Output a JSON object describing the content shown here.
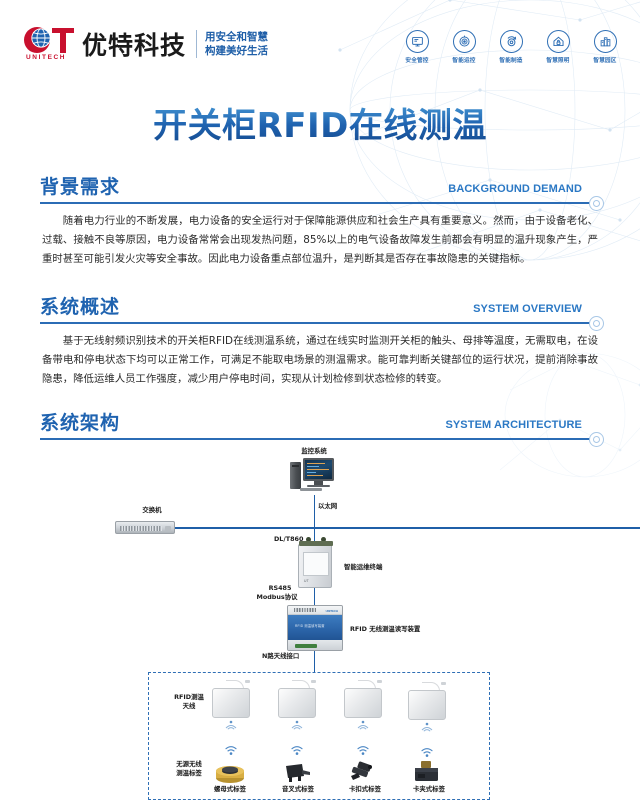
{
  "header": {
    "logo": {
      "mark_text": "UT",
      "brand_en": "UNITECH",
      "brand_cn": "优特科技",
      "slogan_line1": "用安全和智慧",
      "slogan_line2": "构建美好生活"
    },
    "nav": [
      {
        "label": "安全管控",
        "icon": "monitor-screen-icon"
      },
      {
        "label": "智能运控",
        "icon": "target-gauge-icon"
      },
      {
        "label": "智能制造",
        "icon": "gear-rotate-icon"
      },
      {
        "label": "智慧照明",
        "icon": "home-lock-icon"
      },
      {
        "label": "智慧园区",
        "icon": "city-buildings-icon"
      }
    ]
  },
  "main_title": "开关柜RFID在线测温",
  "sections": [
    {
      "cn": "背景需求",
      "en": "BACKGROUND DEMAND",
      "body": "随着电力行业的不断发展，电力设备的安全运行对于保障能源供应和社会生产具有重要意义。然而，由于设备老化、过载、接触不良等原因，电力设备常常会出现发热问题，85%以上的电气设备故障发生前都会有明显的温升现象产生，严重时甚至可能引发火灾等安全事故。因此电力设备重点部位温升，是判断其是否存在事故隐患的关键指标。"
    },
    {
      "cn": "系统概述",
      "en": "SYSTEM OVERVIEW",
      "body": "基于无线射频识别技术的开关柜RFID在线测温系统，通过在线实时监测开关柜的触头、母排等温度，无需取电，在设备带电和停电状态下均可以正常工作，可满足不能取电场景的测温需求。能可靠判断关键部位的运行状况，提前消除事故隐患，降低运维人员工作强度，减少用户停电时间，实现从计划检修到状态检修的转变。"
    },
    {
      "cn": "系统架构",
      "en": "SYSTEM ARCHITECTURE",
      "body": ""
    }
  ],
  "diagram": {
    "nodes": {
      "monitor_system": "监控系统",
      "switch": "交换机",
      "terminal": "智能运维终端",
      "reader": "RFID 无线测温读写装置",
      "antenna_group": "RFID测温\n天线",
      "antenna_group_l1": "RFID测温",
      "antenna_group_l2": "天线",
      "tag_group_l1": "无源无线",
      "tag_group_l2": "测温标签"
    },
    "links": {
      "ethernet": "以太网",
      "dlt860": "DL/T860",
      "rs485_l1": "RS485",
      "rs485_l2": "Modbus协议",
      "antenna_port": "N路天线接口"
    },
    "tags": [
      {
        "label": "螺母式标签",
        "icon": "nut-tag-icon"
      },
      {
        "label": "音叉式标签",
        "icon": "fork-tag-icon"
      },
      {
        "label": "卡扣式标签",
        "icon": "snap-tag-icon"
      },
      {
        "label": "卡夹式标签",
        "icon": "clamp-tag-icon"
      }
    ],
    "antenna_count": 4
  },
  "colors": {
    "brand_blue": "#1f63b0",
    "accent_blue": "#2b78c4",
    "logo_red": "#c8102e",
    "wire_blue": "#1f5fa8",
    "device_blue": "#2b64a8"
  }
}
